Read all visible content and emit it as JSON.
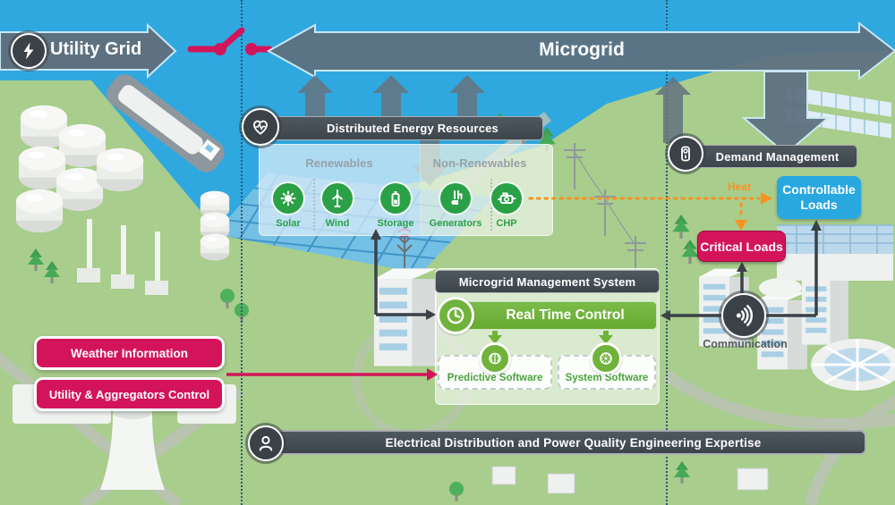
{
  "utility_grid": {
    "label": "Utility Grid"
  },
  "microgrid": {
    "label": "Microgrid"
  },
  "der": {
    "title": "Distributed Energy Resources",
    "groups": [
      {
        "label": "Renewables"
      },
      {
        "label": "Non-Renewables"
      }
    ],
    "resources": [
      {
        "label": "Solar",
        "icon": "sun-icon"
      },
      {
        "label": "Wind",
        "icon": "wind-turbine-icon"
      },
      {
        "label": "Storage",
        "icon": "battery-icon"
      },
      {
        "label": "Generators",
        "icon": "generator-icon"
      },
      {
        "label": "CHP",
        "icon": "chp-engine-icon"
      }
    ]
  },
  "demand_management": {
    "title": "Demand Management",
    "heat_label": "Heat",
    "controllable_loads": "Controllable Loads",
    "critical_loads": "Critical Loads"
  },
  "mms": {
    "title": "Microgrid Management System",
    "real_time_control": "Real Time Control",
    "predictive_software": "Predictive Software",
    "system_software": "System Software"
  },
  "external_inputs": {
    "weather": "Weather Information",
    "utility_aggregators": "Utility & Aggregators Control"
  },
  "communication": {
    "label": "Communication"
  },
  "footer": {
    "title": "Electrical Distribution and Power Quality Engineering Expertise"
  },
  "colors": {
    "water": "#2fa8e0",
    "land": "#a8cd8c",
    "banner_dark": "#454f56",
    "arrow_gray": "#5d7181",
    "accent_pink": "#d4145a",
    "accent_orange": "#f7941e",
    "resource_green": "#2aa147",
    "control_green": "#70b33c",
    "loads_blue": "#29a8e0"
  }
}
